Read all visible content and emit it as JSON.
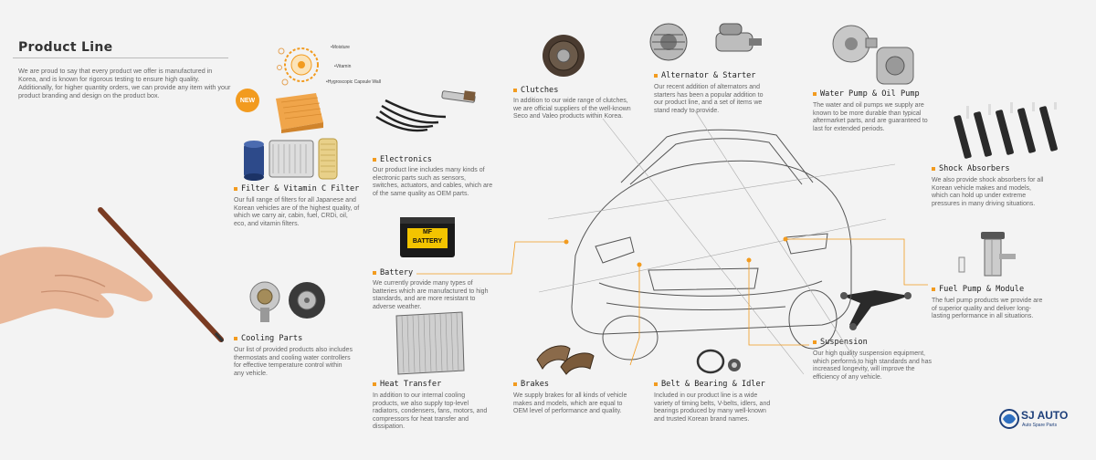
{
  "header": {
    "title": "Product Line",
    "intro": "We are proud to say that every product we offer is manufactured in Korea, and is known for rigorous testing to ensure high quality. Additionally, for higher quantity orders, we can provide any item with your product branding and design on the product box."
  },
  "badges": {
    "new": "NEW"
  },
  "capsule_labels": {
    "moisture": "Moisture",
    "vitamin": "Vitamin",
    "wall": "Hygroscopic Capsule Wall"
  },
  "sections": {
    "filter": {
      "title": "Filter & Vitamin C Filter",
      "text": "Our full range of filters for all Japanese and Korean vehicles are of the highest quality, of which we carry air, cabin, fuel, CRDi, oil, eco, and vitamin filters."
    },
    "cooling": {
      "title": "Cooling Parts",
      "text": "Our list of provided products also includes thermostats and cooling water controllers for effective temperature control within any vehicle."
    },
    "electronics": {
      "title": "Electronics",
      "text": "Our product line includes many kinds of electronic parts such as sensors, switches, actuators, and cables, which are of the same quality as OEM parts."
    },
    "battery": {
      "title": "Battery",
      "text": "We currently provide many types of batteries which are manufactured to high standards, and are more resistant to adverse weather."
    },
    "heat": {
      "title": "Heat Transfer",
      "text": "In addition to our internal cooling products, we also supply top-level radiators, condensers, fans, motors, and compressors for heat transfer and dissipation."
    },
    "clutches": {
      "title": "Clutches",
      "text": "In addition to our wide range of clutches, we are official suppliers of the well-known Seco and Valeo products within Korea."
    },
    "brakes": {
      "title": "Brakes",
      "text": "We supply brakes for all kinds of vehicle makes and models, which are equal to OEM level of performance and quality."
    },
    "alternator": {
      "title": "Alternator & Starter",
      "text": "Our recent addition of alternators and starters has been a popular addition to our product line, and a set of items we stand ready to provide."
    },
    "belt": {
      "title": "Belt & Bearing & Idler",
      "text": "Included in our product line is a wide variety of timing belts, V-belts, idlers, and bearings produced by many well-known and trusted Korean brand names."
    },
    "water": {
      "title": "Water Pump & Oil Pump",
      "text": "The water and oil pumps we supply are known to be more durable than typical aftermarket parts, and are guaranteed to last for extended periods."
    },
    "shock": {
      "title": "Shock Absorbers",
      "text": "We also provide shock absorbers for all Korean vehicle makes and models, which can hold up under extreme pressures in many driving situations."
    },
    "fuel": {
      "title": "Fuel Pump & Module",
      "text": "The fuel pump products we provide are of superior quality and deliver long-lasting performance in all situations."
    },
    "suspension": {
      "title": "Suspension",
      "text": "Our high quality suspension equipment, which performs to high standards and has increased longevity, will improve the efficiency of any vehicle."
    }
  },
  "battery_label": {
    "line1": "MF",
    "line2": "BATTERY"
  },
  "logo": {
    "name": "SJ AUTO",
    "tagline": "Auto Spare Parts"
  },
  "colors": {
    "accent": "#f29b1f",
    "brand": "#1d3f7a"
  }
}
